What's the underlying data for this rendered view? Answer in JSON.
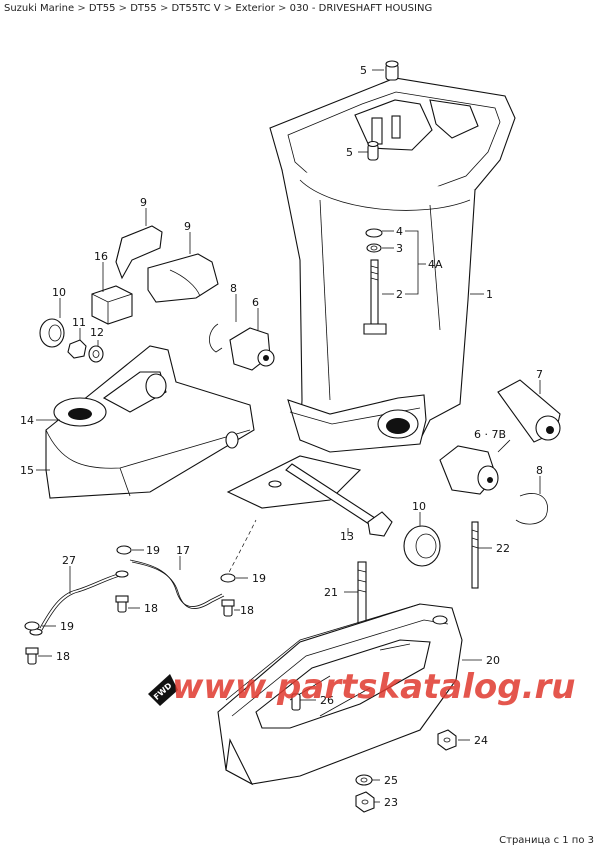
{
  "breadcrumb": {
    "items": [
      "Suzuki Marine",
      "DT55",
      "DT55",
      "DT55TC V",
      "Exterior",
      "030 - DRIVESHAFT HOUSING"
    ],
    "separator": ">"
  },
  "diagram": {
    "callouts": {
      "c5a": "5",
      "c5b": "5",
      "c4": "4",
      "c3": "3",
      "c4A": "4A",
      "c2": "2",
      "c1": "1",
      "c9a": "9",
      "c9b": "9",
      "c16": "16",
      "c10a": "10",
      "c11": "11",
      "c12": "12",
      "c8a": "8",
      "c6": "6",
      "c14": "14",
      "c15": "15",
      "c7": "7",
      "c67B": "6 · 7B",
      "c8b": "8",
      "c10b": "10",
      "c13": "13",
      "c22": "22",
      "c27": "27",
      "c19a": "19",
      "c17": "17",
      "c19b": "19",
      "c18a": "18",
      "c18b": "18",
      "c19c": "19",
      "c18c": "18",
      "c21": "21",
      "c20": "20",
      "c26": "26",
      "c24": "24",
      "c25": "25",
      "c23": "23"
    },
    "fwd_label": "FWD",
    "watermark": "www.partskatalog.ru"
  },
  "footer": {
    "page_text": "Страница с 1 по 3"
  },
  "colors": {
    "watermark": "#e0392e",
    "line": "#111111"
  }
}
